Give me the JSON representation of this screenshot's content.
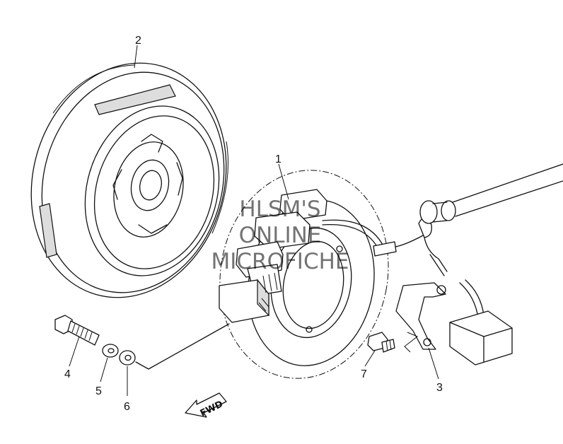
{
  "watermark": {
    "line1": "HLSM'S",
    "line2": "ONLINE",
    "line3": "MICROFICHE"
  },
  "direction_label": "FWD",
  "callouts": [
    {
      "id": "1"
    },
    {
      "id": "2"
    },
    {
      "id": "3"
    },
    {
      "id": "4"
    },
    {
      "id": "5"
    },
    {
      "id": "6"
    },
    {
      "id": "7"
    }
  ]
}
